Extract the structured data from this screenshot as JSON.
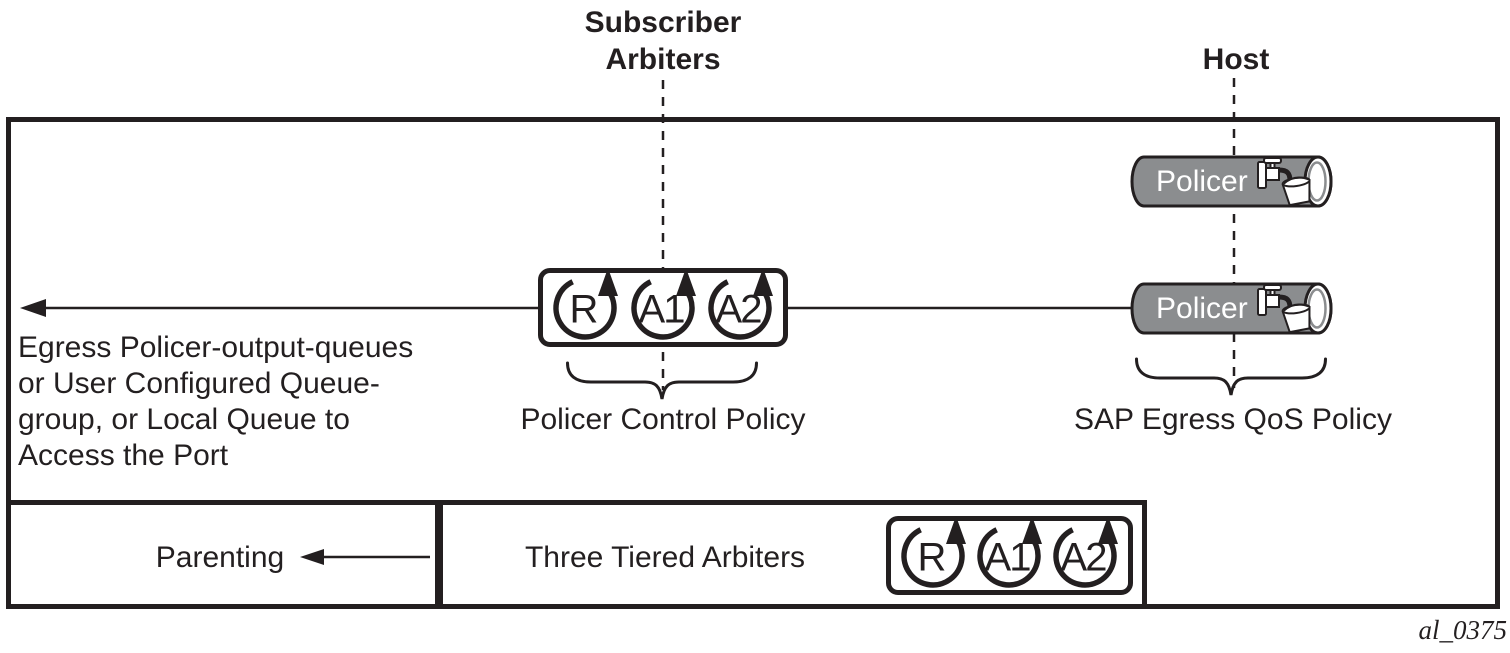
{
  "titles": {
    "subscriber_arbiters_line1": "Subscriber",
    "subscriber_arbiters_line2": "Arbiters",
    "host": "Host"
  },
  "egress_note_lines": [
    "Egress Policer-output-queues",
    "or User Configured Queue-",
    "group, or Local Queue to",
    "Access the Port"
  ],
  "policer_control": {
    "arbiters": [
      "R",
      "A1",
      "A2"
    ],
    "brace_label": "Policer Control Policy"
  },
  "sap_egress": {
    "policer_top_label": "Policer",
    "policer_bottom_label": "Policer",
    "brace_label": "SAP Egress QoS Policy"
  },
  "bottom_band": {
    "parenting_label": "Parenting",
    "three_tiered_label": "Three Tiered Arbiters",
    "arbiters": [
      "R",
      "A1",
      "A2"
    ]
  },
  "figure_id": "al_0375",
  "colors": {
    "ink": "#231f20",
    "cylinder_gray": "#8b8d8f"
  }
}
